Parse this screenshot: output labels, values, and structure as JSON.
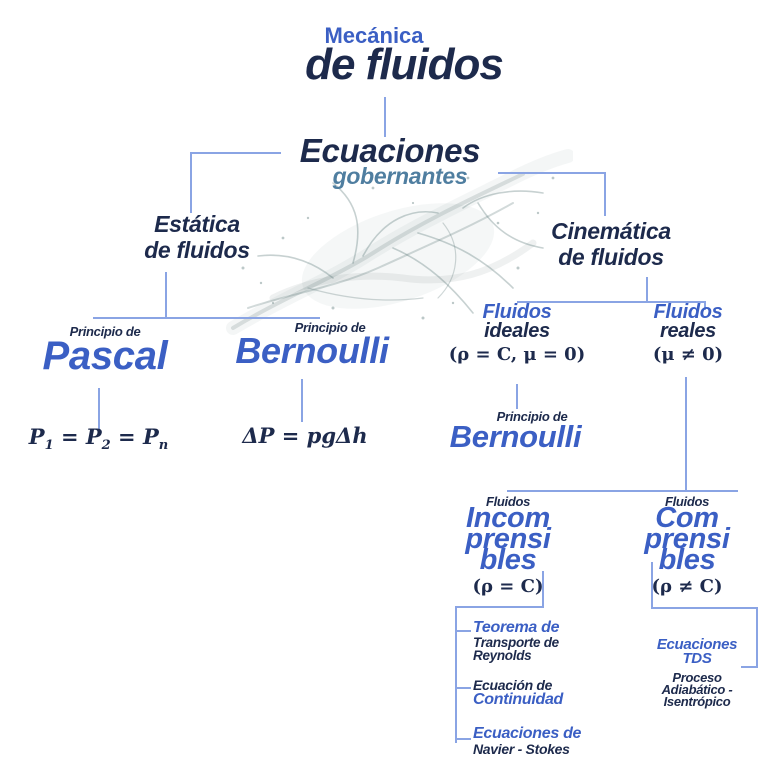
{
  "colors": {
    "accent_blue": "#3b5fc4",
    "navy": "#1d2a4c",
    "steel_blue": "#4f7ea0",
    "connector_blue": "#8aa4e4"
  },
  "title": {
    "eyebrow": "Mecánica",
    "main": "de fluidos"
  },
  "governing": {
    "title": "Ecuaciones",
    "subtitle": "gobernantes"
  },
  "statics": {
    "line1": "Estática",
    "line2": "de fluidos"
  },
  "kinematics": {
    "line1": "Cinemática",
    "line2": "de fluidos"
  },
  "pascal": {
    "eyebrow": "Principio de",
    "name": "Pascal",
    "formula": {
      "base1": "P",
      "sub1": "1",
      "eq1": " = ",
      "base2": "P",
      "sub2": "2",
      "eq2": " = ",
      "base3": "P",
      "sub3": "n"
    }
  },
  "bernoulli_statics": {
    "eyebrow": "Principio de",
    "name": "Bernoulli",
    "formula": "ΔP = pgΔh"
  },
  "ideal": {
    "word1": "Fluidos",
    "word2": "ideales",
    "condition": "(ρ = C, μ = 0)"
  },
  "real": {
    "word1": "Fluidos",
    "word2": "reales",
    "condition": "(μ ≠ 0)"
  },
  "bernoulli_ideal": {
    "eyebrow": "Principio de",
    "name": "Bernoulli"
  },
  "incompressible": {
    "eyebrow": "Fluidos",
    "name1": "Incom",
    "name2": "prensi",
    "name3": "bles",
    "condition": "(ρ = C)",
    "items": [
      {
        "line1": "Teorema de",
        "line2": "Transporte de",
        "line3": "Reynolds"
      },
      {
        "line1": "Ecuación de",
        "line2": "Continuidad"
      },
      {
        "line1": "Ecuaciones de",
        "line2": "Navier - Stokes"
      }
    ]
  },
  "compressible": {
    "eyebrow": "Fluidos",
    "name1": "Com",
    "name2": "prensi",
    "name3": "bles",
    "condition": "(ρ ≠ C)",
    "items": [
      {
        "line1": "Ecuaciones",
        "line2": "TDS"
      },
      {
        "line1": "Proceso",
        "line2": "Adiabático -",
        "line3": "Isentrópico"
      }
    ]
  }
}
